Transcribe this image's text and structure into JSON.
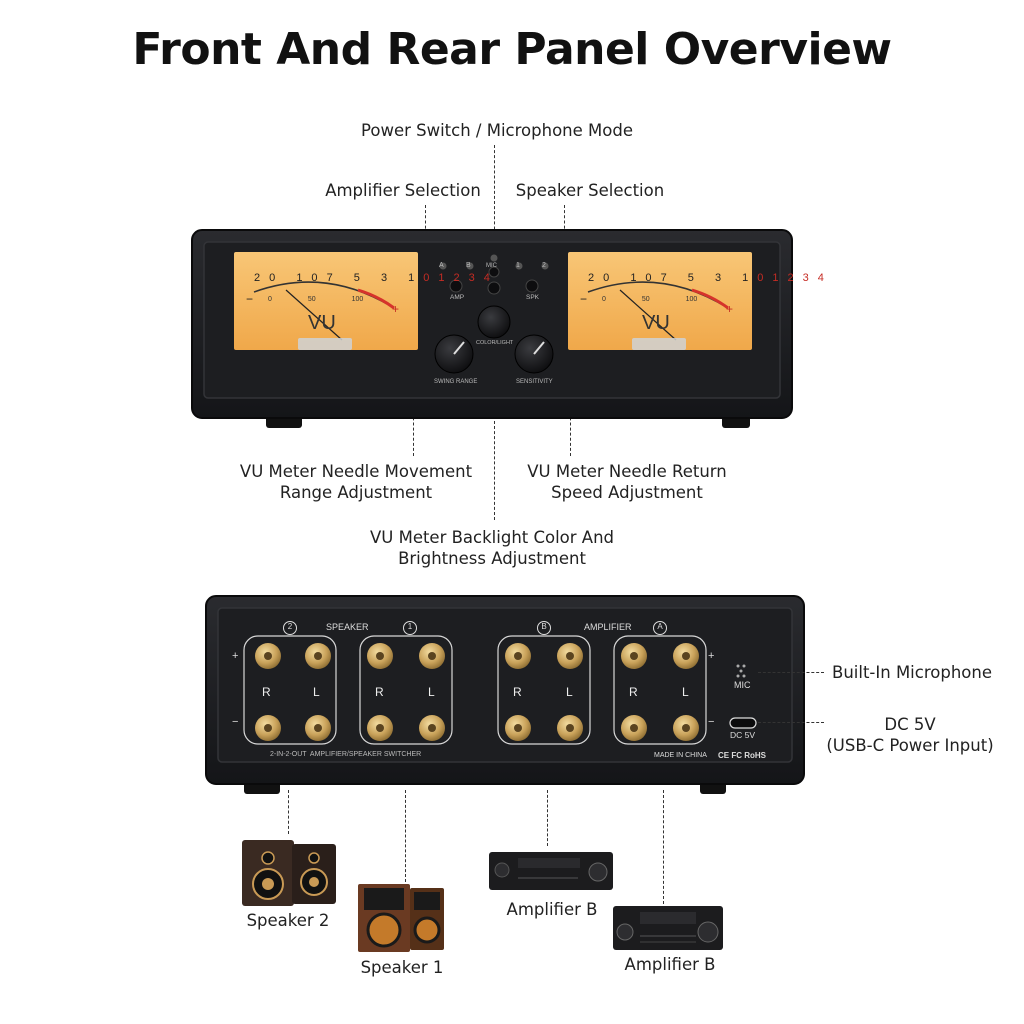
{
  "title": "Front And Rear Panel Overview",
  "front_labels": {
    "power_switch": "Power Switch / Microphone Mode",
    "amp_selection": "Amplifier Selection",
    "speaker_selection": "Speaker Selection",
    "needle_range": [
      "VU Meter Needle Movement",
      "Range Adjustment"
    ],
    "needle_return": [
      "VU Meter Needle Return",
      "Speed Adjustment"
    ],
    "backlight": [
      "VU Meter Backlight Color And",
      "Brightness Adjustment"
    ]
  },
  "front_panel": {
    "meter_text": "VU",
    "scale_top": [
      "20",
      "10",
      "7",
      "5",
      "3",
      "1",
      "0",
      "1",
      "2",
      "3",
      "4"
    ],
    "scale_bottom": [
      "0",
      "50",
      "100"
    ],
    "minus": "−",
    "plus": "+",
    "amp_leds": [
      "A",
      "B"
    ],
    "mic_led": "MIC",
    "spk_leds": [
      "1",
      "2"
    ],
    "amp_label": "AMP",
    "spk_label": "SPK",
    "color_light": "COLOR/LIGHT",
    "swing_range": "SWING RANGE",
    "sensitivity": "SENSITIVITY"
  },
  "rear_panel": {
    "speaker_label": "SPEAKER",
    "amplifier_label": "AMPLIFIER",
    "group_numbers": [
      "2",
      "1",
      "B",
      "A"
    ],
    "r": "R",
    "l": "L",
    "plus": "+",
    "minus": "−",
    "mic": "MIC",
    "dc": "DC 5V",
    "switcher_text": "2-IN-2-OUT  AMPLIFIER/SPEAKER SWITCHER",
    "made_in": "MADE IN CHINA",
    "cert": "CE FC RoHS"
  },
  "rear_labels": {
    "built_in_mic": "Built-In Microphone",
    "dc_power": [
      "DC 5V",
      "(USB-C Power Input)"
    ]
  },
  "devices": {
    "speaker2": "Speaker 2",
    "speaker1": "Speaker 1",
    "amp_b_1": "Amplifier B",
    "amp_b_2": "Amplifier B"
  },
  "colors": {
    "meter": "#f6b45a",
    "panel": "#1a1b1e",
    "gold": "#c9a25a"
  }
}
